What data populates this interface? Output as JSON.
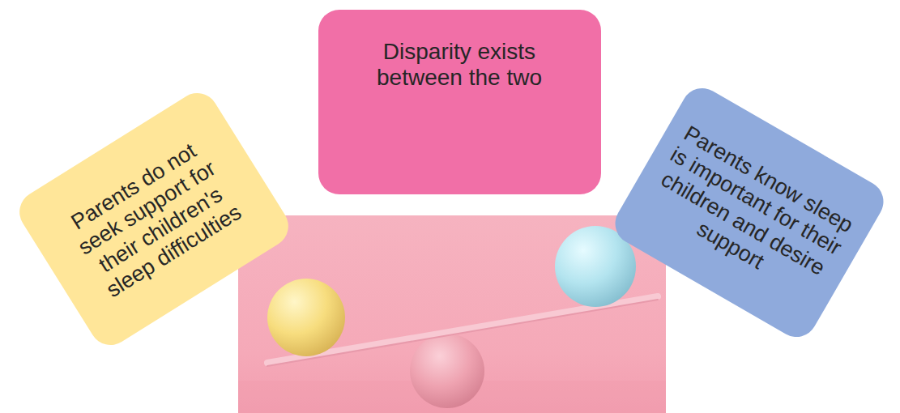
{
  "diagram": {
    "nodes": [
      {
        "text": [
          "Parents do not seek support for their children's sleep difficulties"
        ]
      },
      {
        "text": [
          "Disparity exists between the two"
        ]
      },
      {
        "text": [
          "Parents know sleep is important for their children and desire support"
        ]
      }
    ]
  }
}
